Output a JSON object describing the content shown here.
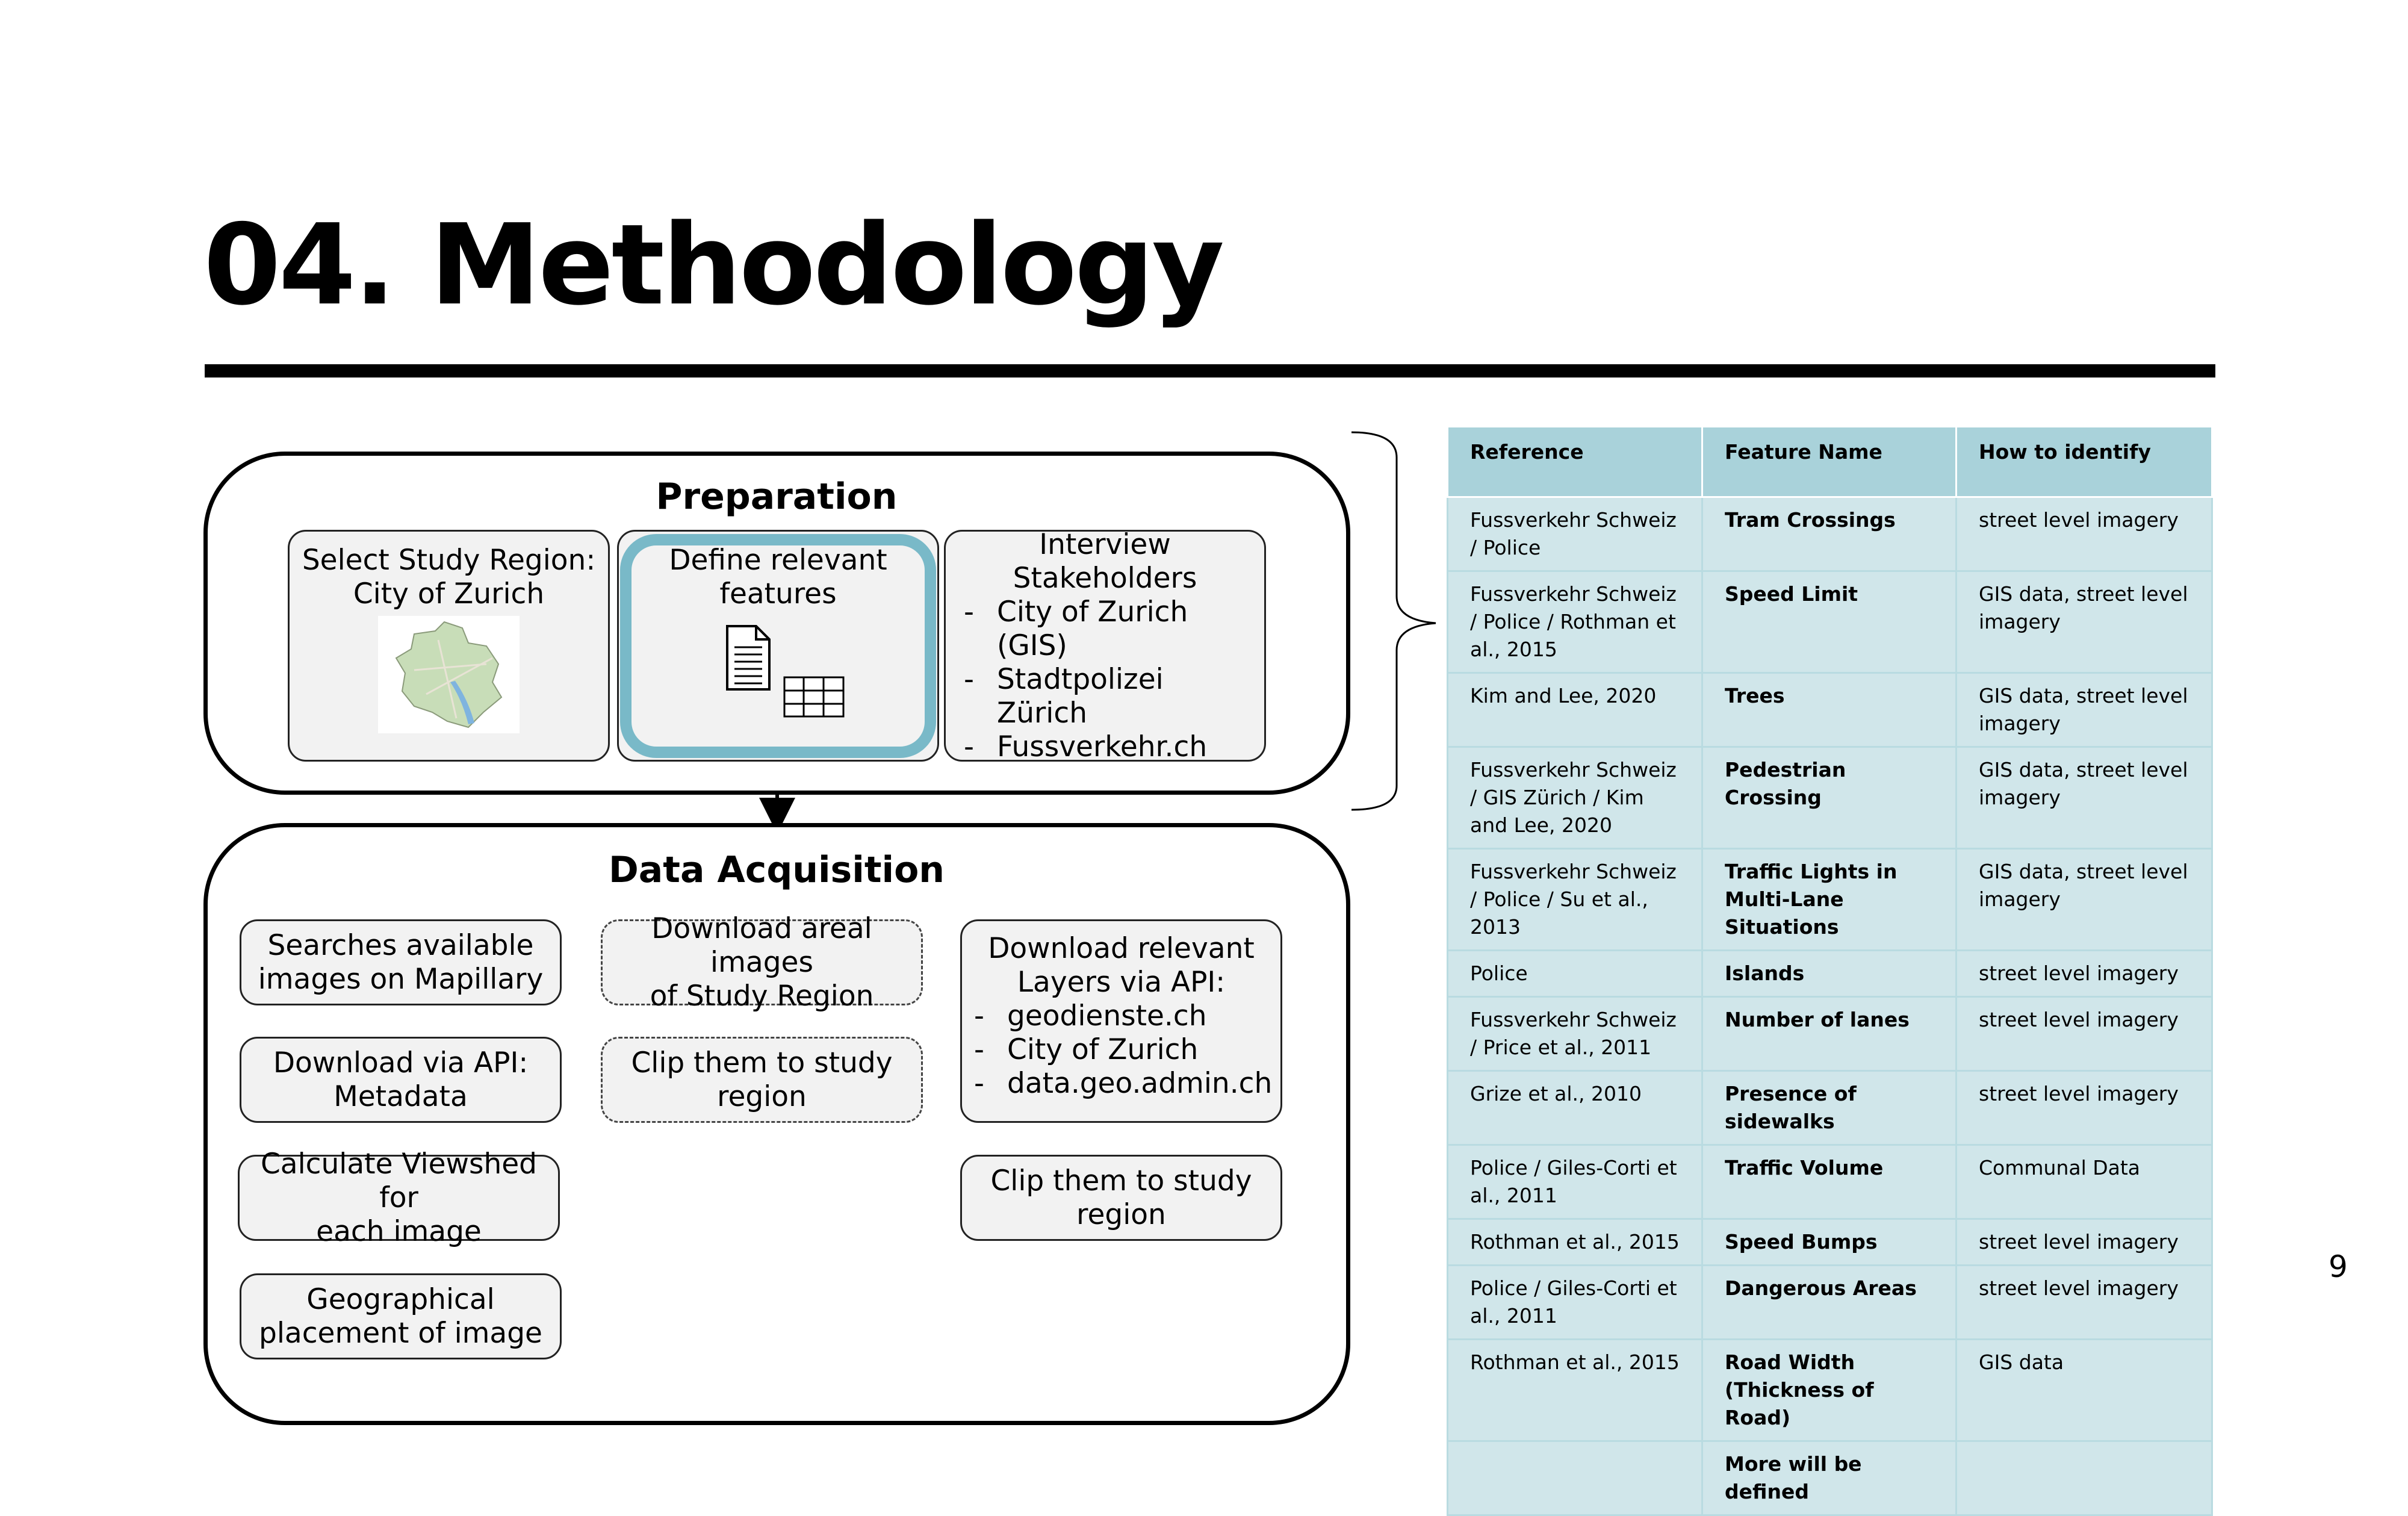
{
  "title": "04. Methodology",
  "page_number": "9",
  "colors": {
    "accent": "#79b9c8",
    "table_header": "#a9d2da",
    "table_cell": "#d0e6ea",
    "box_fill": "#f2f2f2"
  },
  "preparation": {
    "title": "Preparation",
    "select_region": {
      "line1": "Select Study Region:",
      "line2": "City of Zurich",
      "image": "zurich-map"
    },
    "define_features": {
      "line1": "Define relevant",
      "line2": "features",
      "icons": [
        "document-icon",
        "table-icon"
      ]
    },
    "interview": {
      "line1": "Interview",
      "line2": "Stakeholders",
      "items": [
        "City of Zurich (GIS)",
        "Stadtpolizei Zürich",
        "Fussverkehr.ch"
      ]
    }
  },
  "acquisition": {
    "title": "Data Acquisition",
    "col1": [
      {
        "line1": "Searches available",
        "line2": "images on Mapillary"
      },
      {
        "line1": "Download via API:",
        "line2": "Metadata"
      },
      {
        "line1": "Calculate Viewshed for",
        "line2": "each image"
      },
      {
        "line1": "Geographical",
        "line2": "placement of image"
      }
    ],
    "col2": [
      {
        "line1": "Download areal images",
        "line2": "of Study Region"
      },
      {
        "line1": "Clip them to study",
        "line2": "region"
      }
    ],
    "col3": {
      "download": {
        "line1": "Download relevant",
        "line2": "Layers via API:",
        "items": [
          "geodienste.ch",
          "City of Zurich",
          "data.geo.admin.ch"
        ]
      },
      "clip": {
        "line1": "Clip them to study",
        "line2": "region"
      }
    }
  },
  "table": {
    "headers": [
      "Reference",
      "Feature Name",
      "How to identify"
    ],
    "rows": [
      [
        "Fussverkehr Schweiz / Police",
        "Tram Crossings",
        "street level imagery"
      ],
      [
        " Fussverkehr Schweiz / Police / Rothman et al., 2015",
        "Speed Limit",
        "GIS data, street level imagery"
      ],
      [
        "Kim and Lee, 2020",
        "Trees",
        "GIS data, street level imagery"
      ],
      [
        "Fussverkehr Schweiz / GIS Zürich / Kim and Lee, 2020",
        "Pedestrian Crossing",
        "GIS data, street level imagery"
      ],
      [
        "Fussverkehr Schweiz / Police / Su et al., 2013",
        "Traffic Lights in Multi-Lane Situations",
        "GIS data, street level imagery"
      ],
      [
        "Police",
        "Islands",
        "street level imagery"
      ],
      [
        "Fussverkehr Schweiz / Price et al., 2011",
        "Number of lanes",
        "street level imagery"
      ],
      [
        "Grize et al., 2010",
        "Presence of sidewalks",
        "street level imagery"
      ],
      [
        "Police / Giles-Corti et al., 2011",
        "Traffic Volume",
        "Communal Data"
      ],
      [
        "Rothman et al., 2015",
        "Speed Bumps",
        "street level imagery"
      ],
      [
        "Police / Giles-Corti et al., 2011",
        "Dangerous Areas",
        "street level imagery"
      ],
      [
        "Rothman et al., 2015",
        "Road Width (Thickness of Road)",
        "GIS data"
      ],
      [
        "",
        "More will be defined",
        ""
      ]
    ]
  }
}
